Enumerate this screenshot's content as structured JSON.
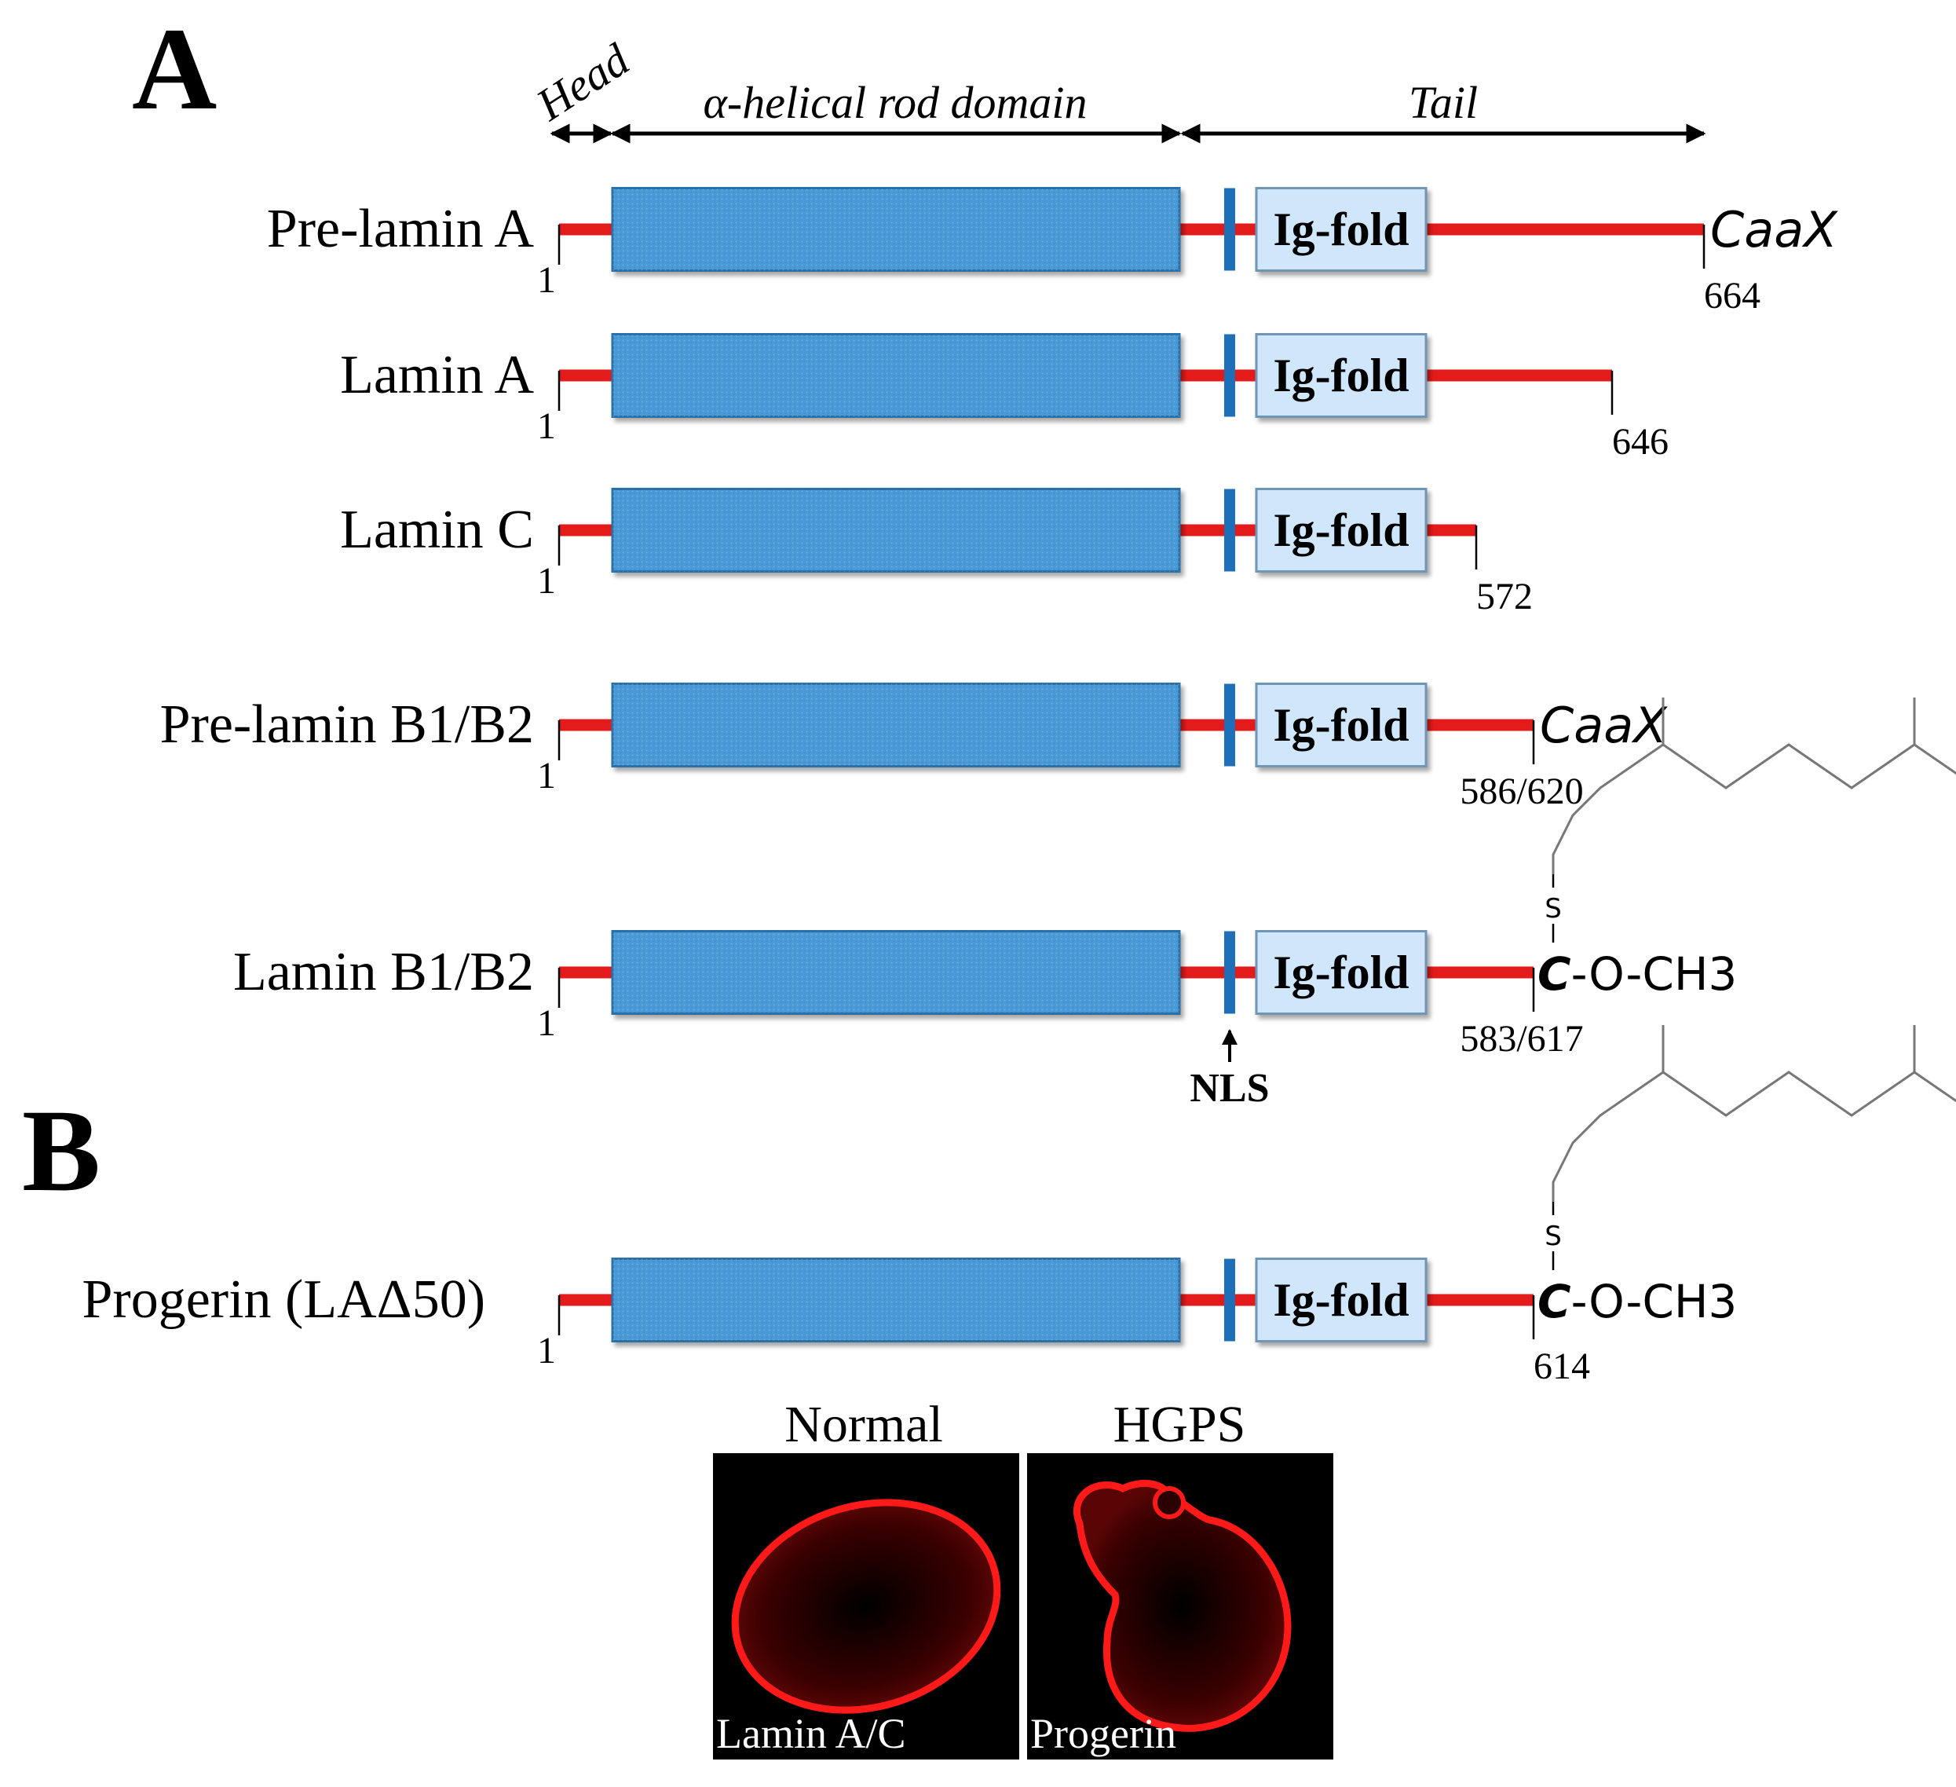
{
  "panels": {
    "a": {
      "letter": "A"
    },
    "b": {
      "letter": "B"
    }
  },
  "domains": {
    "head": "Head",
    "rod": "α-helical rod domain",
    "tail": "Tail",
    "ig_fold": "Ig-fold",
    "nls": "NLS"
  },
  "proteins": [
    {
      "name": "Pre-lamin A",
      "start": "1",
      "end": "664",
      "terminal": "CaaX",
      "farnesyl": false
    },
    {
      "name": "Lamin A",
      "start": "1",
      "end": "646",
      "terminal": "",
      "farnesyl": false
    },
    {
      "name": "Lamin C",
      "start": "1",
      "end": "572",
      "terminal": "",
      "farnesyl": false
    },
    {
      "name": "Pre-lamin B1/B2",
      "start": "1",
      "end": "586/620",
      "terminal": "CaaX",
      "farnesyl": false
    },
    {
      "name": "Lamin B1/B2",
      "start": "1",
      "end": "583/617",
      "terminal": "C-O-CH3",
      "farnesyl": true
    },
    {
      "name": "Progerin (LAΔ50)",
      "start": "1",
      "end": "614",
      "terminal": "C-O-CH3",
      "farnesyl": true
    }
  ],
  "modification": {
    "sulfur": "S",
    "c": "C",
    "rest": "-O-CH3"
  },
  "micrographs": [
    {
      "title": "Normal",
      "stain": "Lamin A/C"
    },
    {
      "title": "HGPS",
      "stain": "Progerin"
    }
  ],
  "colors": {
    "line": "#e31b1b",
    "rod": "#4a9ad6",
    "rod_edge": "#2c6fa8",
    "ig_fill": "#cfe6fb",
    "ig_edge": "#6f95b5",
    "nls": "#1f6fb8",
    "cell": "#e01010",
    "micrograph_bg": "#000000"
  }
}
